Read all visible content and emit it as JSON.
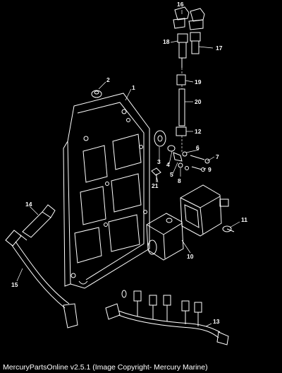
{
  "callouts": [
    "1",
    "2",
    "3",
    "4",
    "5",
    "6",
    "7",
    "8",
    "9",
    "10",
    "11",
    "12",
    "13",
    "14",
    "15",
    "16",
    "17",
    "18",
    "19",
    "20",
    "21"
  ],
  "footer": "MercuryPartsOnline v2.5.1 (Image Copyright- Mercury Marine)"
}
